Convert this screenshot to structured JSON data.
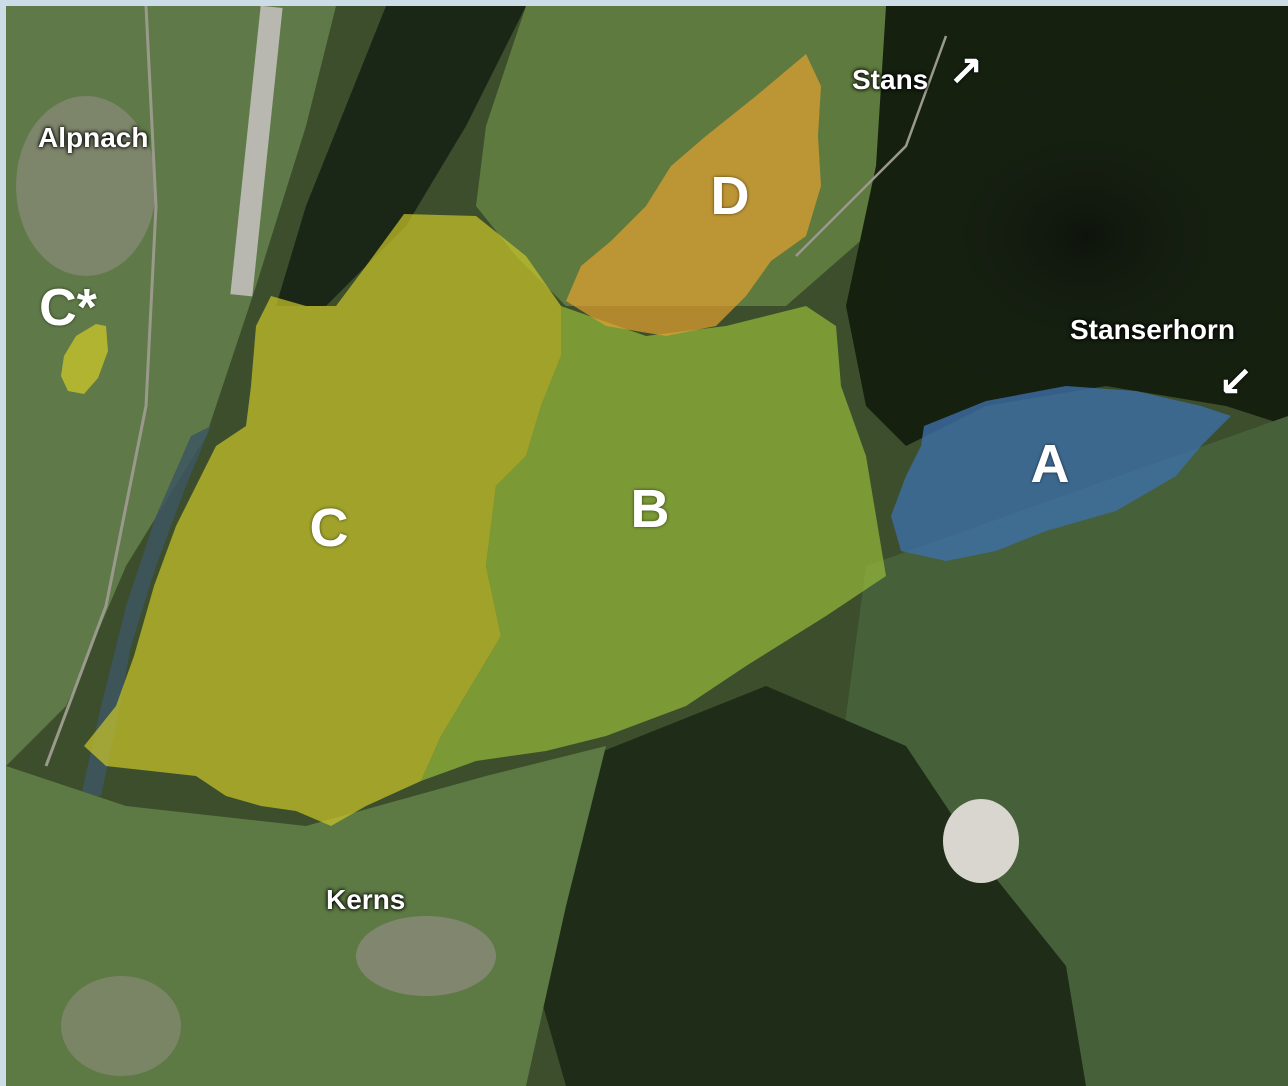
{
  "places": {
    "alpnach": "Alpnach",
    "stans": "Stans",
    "stanserhorn": "Stanserhorn",
    "kerns": "Kerns"
  },
  "zones": {
    "a": "A",
    "b": "B",
    "c": "C",
    "c_star": "C*",
    "d": "D"
  },
  "icons": {
    "stans_direction": "arrow-up-right-icon",
    "stanserhorn_direction": "arrow-down-left-icon"
  },
  "colors": {
    "zone_a": "#3d6fa8",
    "zone_b": "#9cc23a",
    "zone_c": "#c8c42a",
    "zone_d": "#e0a030",
    "background": "#ccdde8"
  }
}
